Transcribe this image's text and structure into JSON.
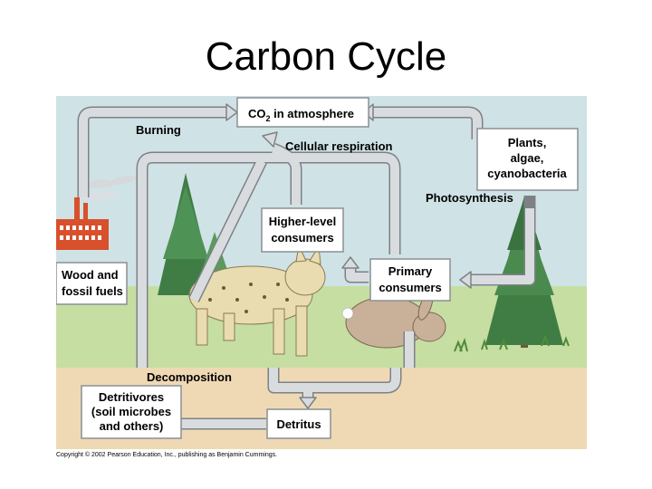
{
  "slide": {
    "title": "Carbon Cycle",
    "credit": "Copyright © 2002 Pearson Education, Inc., publishing as Benjamin Cummings."
  },
  "diagram": {
    "atmosphere": {
      "main": "CO",
      "sub": "2",
      "rest": " in atmosphere"
    },
    "burning": "Burning",
    "cellular_respiration": "Cellular respiration",
    "producers": [
      "Plants,",
      "algae,",
      "cyanobacteria"
    ],
    "photosynthesis": "Photosynthesis",
    "higher_consumers": [
      "Higher-level",
      "consumers"
    ],
    "primary_consumers": [
      "Primary",
      "consumers"
    ],
    "wood_fossil": [
      "Wood and",
      "fossil fuels"
    ],
    "decomposition": "Decomposition",
    "detritivores": [
      "Detritivores",
      "(soil microbes",
      "and others)"
    ],
    "detritus": "Detritus"
  },
  "colors": {
    "sky": "#cfe3e6",
    "grass": "#c6dea2",
    "soil": "#efd9b5",
    "arrow_fill": "#d9dcdf",
    "arrow_stroke": "#7d8186",
    "box_fill": "#ffffff",
    "box_stroke": "#8a8f94",
    "factory": "#d8502c",
    "tree": "#3f7d45",
    "lynx": "#e9dcb0",
    "rabbit": "#c9b199"
  }
}
